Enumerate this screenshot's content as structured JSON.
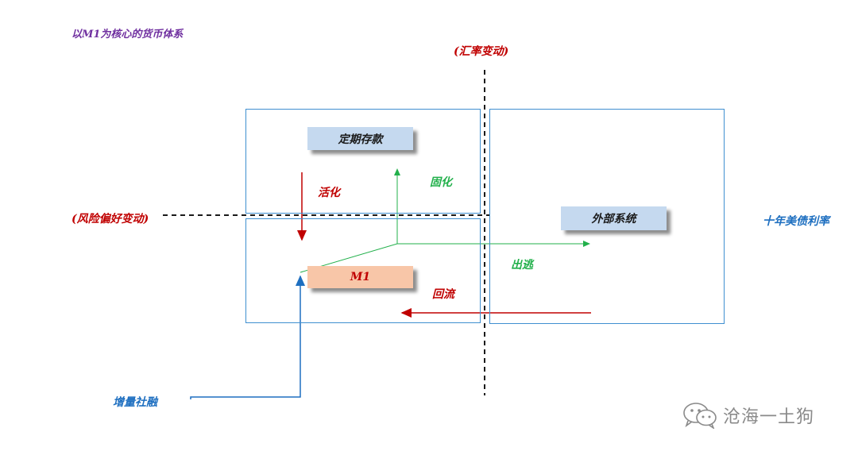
{
  "title": "以M1为核心的货币体系",
  "labels": {
    "fx_change": "(汇率变动)",
    "risk_change": "(风险偏好变动)",
    "term_deposit": "定期存款",
    "m1": "M1",
    "external": "外部系统",
    "activate": "活化",
    "solidify": "固化",
    "outflow": "出逃",
    "return_flow": "回流",
    "treasury": "十年美债利率",
    "social_financing": "增量社融"
  },
  "watermark": {
    "icon": "wechat-icon",
    "text": "沧海一土狗"
  },
  "colors": {
    "purple": "#7030a0",
    "dark_red": "#c00000",
    "green": "#22b04b",
    "blue": "#1e6fc0",
    "box_border": "#3f8fd0",
    "term_fill": "#c5d9ef",
    "m1_fill": "#f8c6a8"
  }
}
